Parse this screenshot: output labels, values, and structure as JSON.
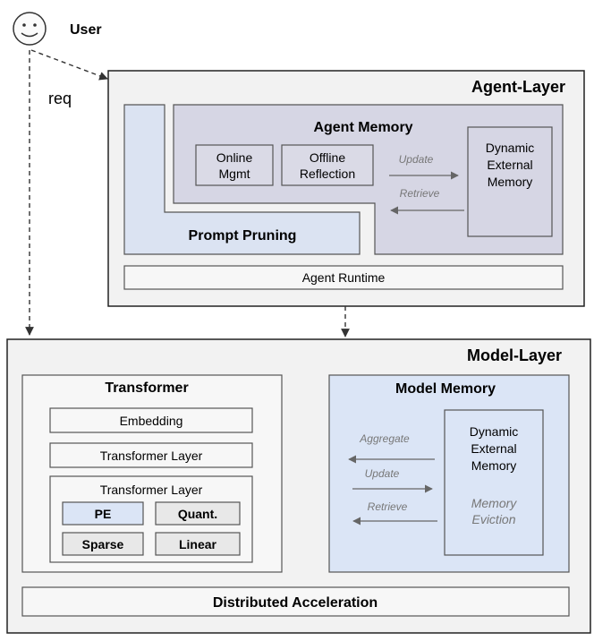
{
  "user": {
    "label": "User",
    "request_label": "req"
  },
  "agent_layer": {
    "title": "Agent-Layer",
    "agent_memory": {
      "title": "Agent Memory",
      "online_mgmt": [
        "Online",
        "Mgmt"
      ],
      "offline_reflection": [
        "Offline",
        "Reflection"
      ],
      "update_label": "Update",
      "retrieve_label": "Retrieve",
      "dynamic_memory": [
        "Dynamic",
        "External",
        "Memory"
      ]
    },
    "prompt_pruning": "Prompt Pruning",
    "runtime": "Agent Runtime"
  },
  "model_layer": {
    "title": "Model-Layer",
    "transformer": {
      "title": "Transformer",
      "embedding": "Embedding",
      "layer": "Transformer Layer",
      "layer_group_title": "Transformer Layer",
      "pe": "PE",
      "quant": "Quant.",
      "sparse": "Sparse",
      "linear": "Linear"
    },
    "model_memory": {
      "title": "Model Memory",
      "aggregate_label": "Aggregate",
      "update_label": "Update",
      "retrieve_label": "Retrieve",
      "dynamic_memory": [
        "Dynamic",
        "External",
        "Memory"
      ],
      "eviction": [
        "Memory",
        "Eviction"
      ]
    },
    "distributed": "Distributed Acceleration"
  },
  "colors": {
    "layer_bg": "#f2f2f2",
    "agent_memory_bg": "#d6d6e4",
    "prompt_pruning_bg": "#dbe3f2",
    "model_memory_bg": "#dbe5f6",
    "pe_bg": "#dbe5f6",
    "box_white": "#f7f7f7"
  }
}
